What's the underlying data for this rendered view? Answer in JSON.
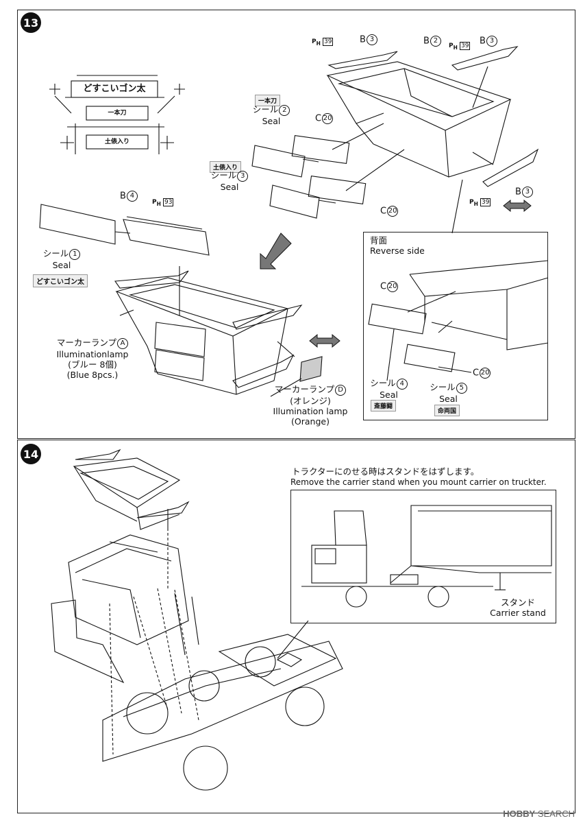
{
  "steps": {
    "s13": {
      "number": "13",
      "sign": {
        "main": "どすこいゴン太",
        "mid": "一本刀",
        "low": "土俵入り"
      },
      "stickers": {
        "s2": "一本刀",
        "s3": "土俵入り",
        "s1": "どすこいゴン太",
        "s4": "斎藤闘",
        "s5": "命両国"
      },
      "parts": {
        "b3a": "B",
        "b3a_n": "3",
        "b2": "B",
        "b2_n": "2",
        "b3b": "B",
        "b3b_n": "3",
        "b3c": "B",
        "b3c_n": "3",
        "b4": "B",
        "b4_n": "4",
        "c20a": "C",
        "c20a_n": "20",
        "c20b": "C",
        "c20b_n": "20",
        "c20c": "C",
        "c20c_n": "20",
        "c20d": "C",
        "c20d_n": "20"
      },
      "ph": {
        "ph39a": "39",
        "ph39b": "39",
        "ph39c": "39",
        "ph93": "93",
        "prefix": "P",
        "sub": "H"
      },
      "seal2": {
        "jp": "シール",
        "n": "2",
        "en": "Seal"
      },
      "seal3": {
        "jp": "シール",
        "n": "3",
        "en": "Seal"
      },
      "seal1": {
        "jp": "シール",
        "n": "1",
        "en": "Seal"
      },
      "seal4": {
        "jp": "シール",
        "n": "4",
        "en": "Seal"
      },
      "seal5": {
        "jp": "シール",
        "n": "5",
        "en": "Seal"
      },
      "markerA": {
        "jp": "マーカーランプ",
        "n": "A",
        "en": "Illuminationlamp",
        "jp2": "(ブルー 8個)",
        "en2": "(Blue 8pcs.)"
      },
      "markerD": {
        "jp": "マーカーランプ",
        "n": "D",
        "jp2": "(オレンジ)",
        "en": "Illumination lamp",
        "en2": "(Orange)"
      },
      "reverse": {
        "jp": "背面",
        "en": "Reverse side"
      }
    },
    "s14": {
      "number": "14",
      "note_jp": "トラクターにのせる時はスタンドをはずします。",
      "note_en": "Remove the carrier stand when you mount carrier on truckter.",
      "stand_jp": "スタンド",
      "stand_en": "Carrier stand"
    }
  },
  "watermark": {
    "logo": "HOBBY",
    "text": "SEARCH"
  }
}
